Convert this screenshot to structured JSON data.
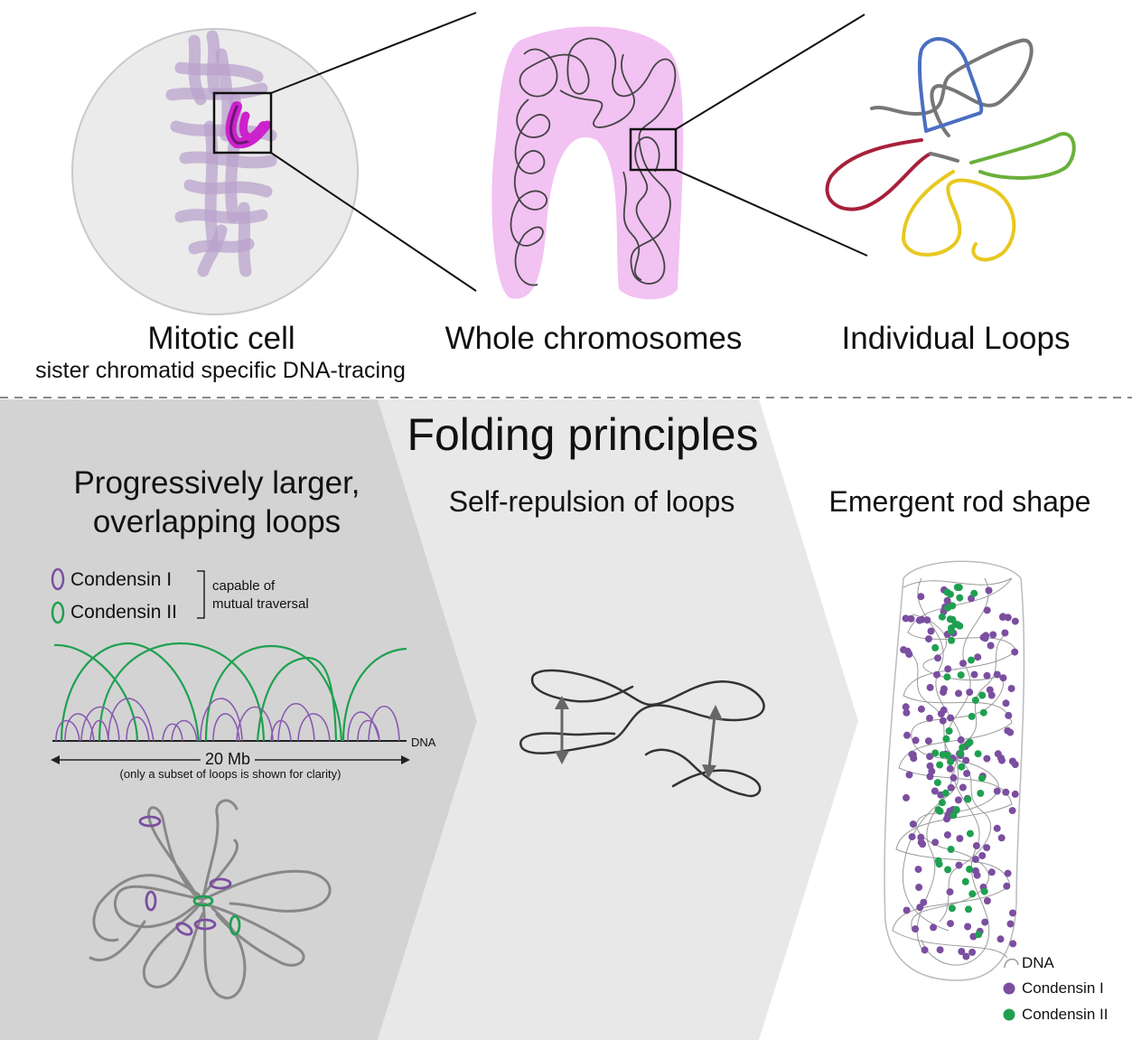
{
  "top": {
    "mitotic_cell": {
      "title": "Mitotic cell",
      "subtitle": "sister chromatid specific DNA-tracing"
    },
    "whole_chromosomes": {
      "title": "Whole chromosomes"
    },
    "individual_loops": {
      "title": "Individual Loops"
    }
  },
  "bottom": {
    "heading": "Folding principles",
    "panel1": {
      "title_line1": "Progressively larger,",
      "title_line2": "overlapping loops",
      "legend_condensin1": "Condensin I",
      "legend_condensin2": "Condensin II",
      "bracket_line1": "capable of",
      "bracket_line2": "mutual traversal",
      "dna_label": "DNA",
      "scale_label": "20 Mb",
      "scale_note": "(only a subset of loops is shown for clarity)"
    },
    "panel2": {
      "title": "Self-repulsion of loops"
    },
    "panel3": {
      "title": "Emergent rod shape",
      "legend_dna": "DNA",
      "legend_condensin1": "Condensin I",
      "legend_condensin2": "Condensin II"
    }
  },
  "colors": {
    "condensin1": "#7b4ea0",
    "condensin2": "#1fa050",
    "highlight_magenta": "#cc22cc",
    "chromosome_pink": "#f2c2f2",
    "loop_blue": "#4a6fc0",
    "loop_red": "#a8203a",
    "loop_yellow": "#e8c820",
    "loop_green": "#6ab03a",
    "loop_gray": "#777777"
  }
}
